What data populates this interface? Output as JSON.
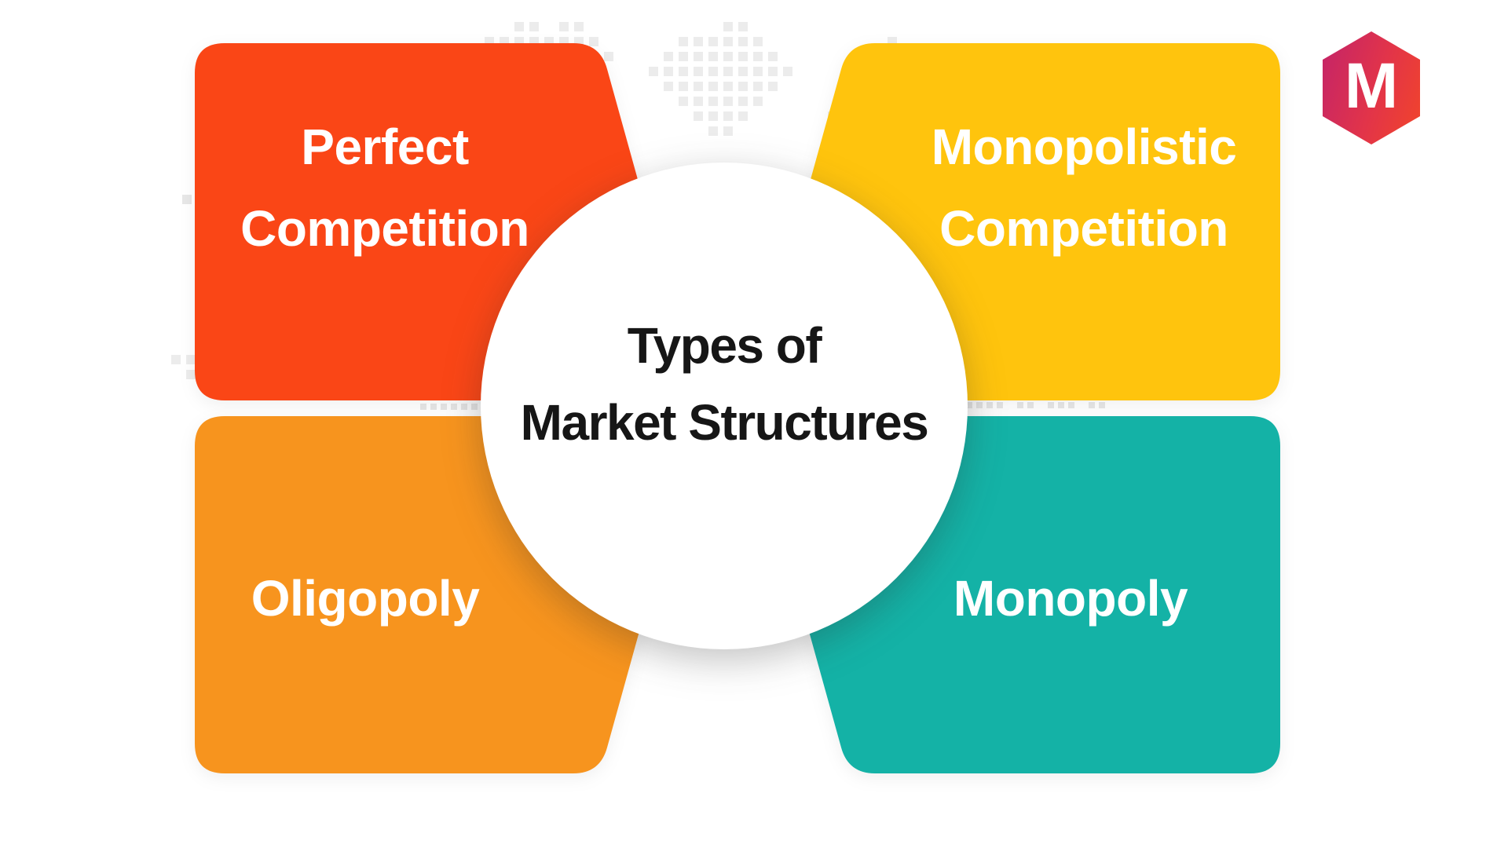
{
  "title": {
    "line1": "Types of",
    "line2": "Market Structures",
    "text_color": "#161616"
  },
  "quadrants": [
    {
      "id": "perfect-competition",
      "line1": "Perfect",
      "line2": "Competition",
      "color": "#FA4616",
      "text_color": "#FFFFFF"
    },
    {
      "id": "monopolistic-competition",
      "line1": "Monopolistic",
      "line2": "Competition",
      "color": "#FFC40D",
      "text_color": "#FFFFFF"
    },
    {
      "id": "oligopoly",
      "line1": "Oligopoly",
      "line2": "",
      "color": "#F7941E",
      "text_color": "#FFFFFF"
    },
    {
      "id": "monopoly",
      "line1": "Monopoly",
      "line2": "",
      "color": "#14B2A6",
      "text_color": "#FFFFFF"
    }
  ],
  "center_circle": {
    "fill": "#FFFFFF"
  },
  "logo": {
    "letter": "M",
    "gradient_start": "#C62566",
    "gradient_mid": "#E23449",
    "gradient_end": "#F0432D"
  },
  "background": {
    "color": "#FFFFFF",
    "dot_color": "#ECECEC",
    "dot_color_faint": "#E7E7E7"
  }
}
